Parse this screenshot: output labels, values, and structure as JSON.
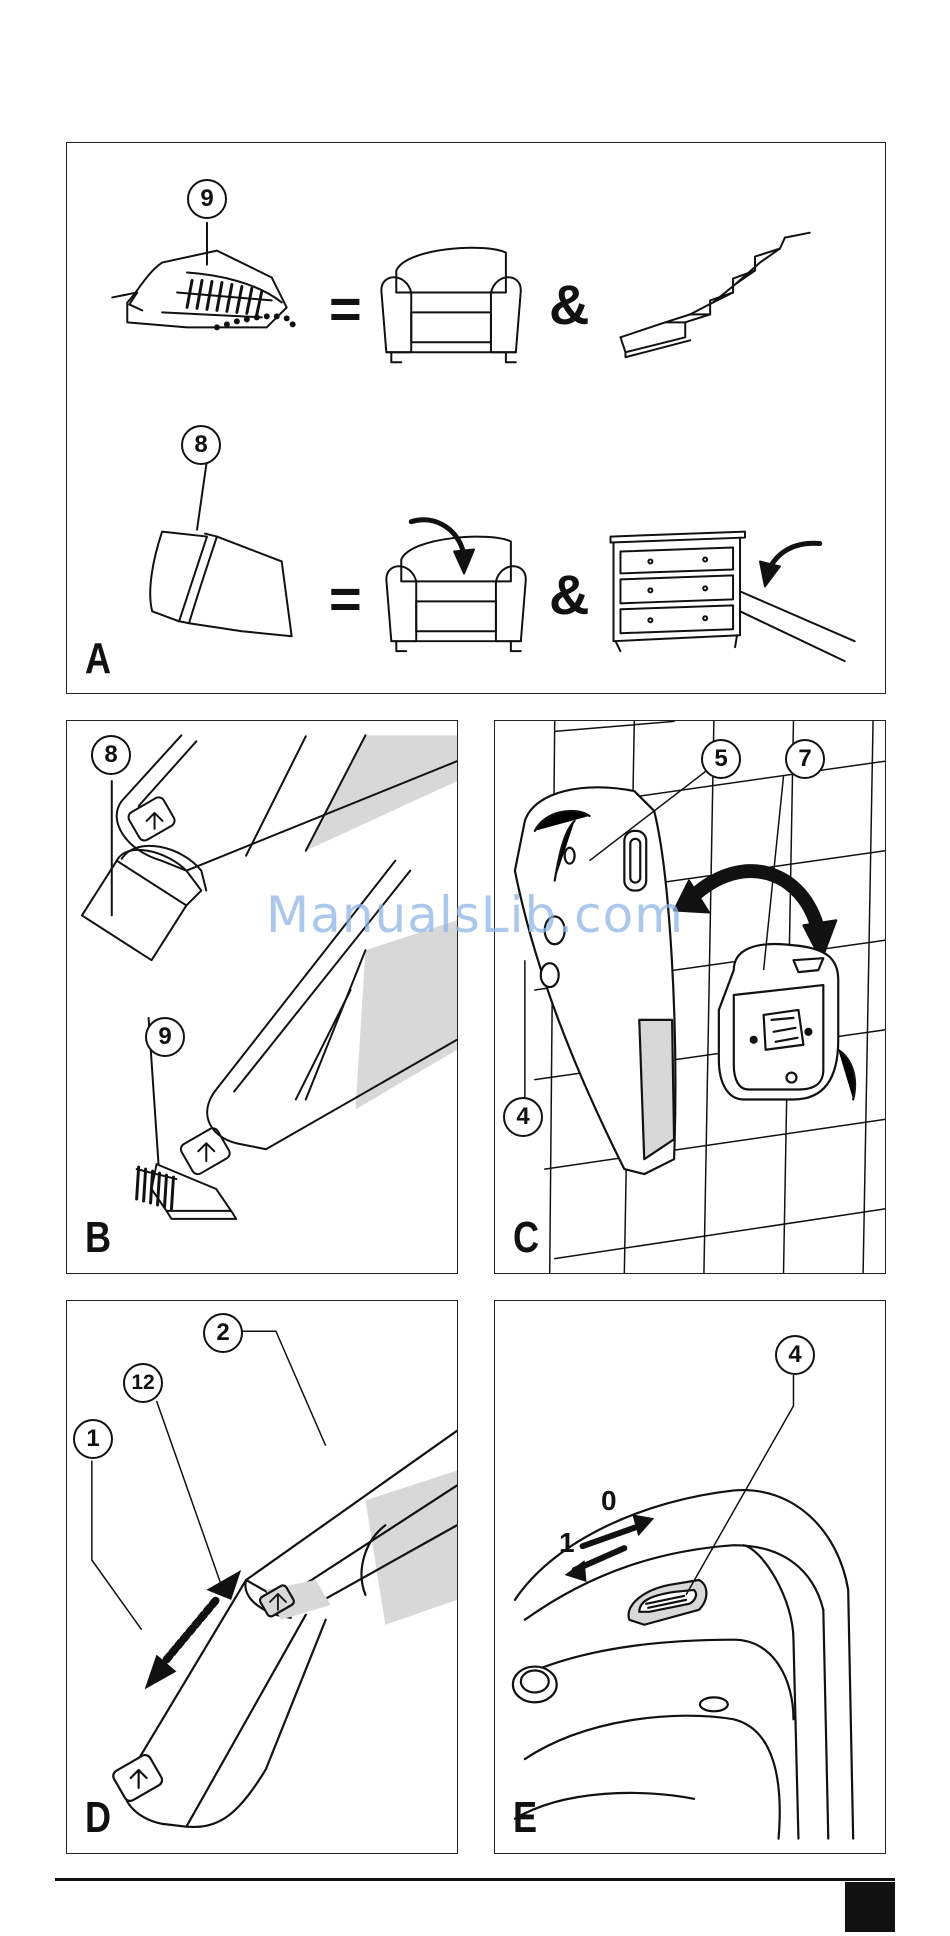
{
  "panels": {
    "a": {
      "label": "A",
      "callout_brush": "9",
      "callout_crevice": "8",
      "equals": "=",
      "and": "&"
    },
    "b": {
      "label": "B",
      "callout_crevice": "8",
      "callout_brush": "9"
    },
    "c": {
      "label": "C",
      "callout_indicator": "5",
      "callout_wallmount": "7",
      "callout_switch": "4"
    },
    "d": {
      "label": "D",
      "callout_body": "1",
      "callout_bowl": "2",
      "callout_release": "12"
    },
    "e": {
      "label": "E",
      "callout_switch": "4",
      "switch_off": "0",
      "switch_on": "1"
    }
  },
  "watermark": "ManualsLib.com",
  "colors": {
    "line": "#111111",
    "shade": "#d8d8d8",
    "watermark": "#8fb6e6"
  }
}
